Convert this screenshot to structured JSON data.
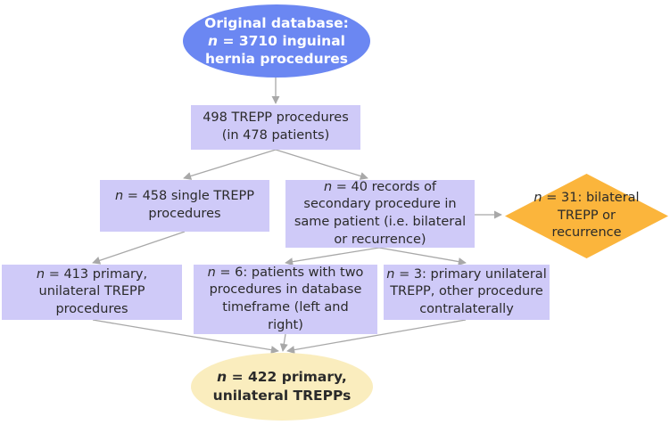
{
  "colors": {
    "root_fill": "#6b87f2",
    "box_fill": "#cfcaf8",
    "diamond_fill": "#fbb53c",
    "final_fill": "#faedbe",
    "connector": "#a8a8a8"
  },
  "nodes": {
    "root": {
      "line1": "Original database:",
      "line2_var": "n",
      "line2_rest": " = 3710 inguinal",
      "line3": "hernia procedures"
    },
    "trepp": {
      "line1": "498 TREPP procedures",
      "line2": "(in 478 patients)"
    },
    "single": {
      "line1_var": "n",
      "line1_rest": " = 458 single TREPP",
      "line2": "procedures"
    },
    "records": {
      "line1_var": "n",
      "line1_rest": " = 40 records of",
      "line2": "secondary procedure in",
      "line3": "same patient (i.e. bilateral",
      "line4": "or recurrence)"
    },
    "bilateral": {
      "line1_var": "n",
      "line1_rest": " = 31: bilateral",
      "line2": "TREPP or",
      "line3": "recurrence"
    },
    "primary": {
      "line1_var": "n",
      "line1_rest": " = 413 primary,",
      "line2": "unilateral TREPP",
      "line3": "procedures"
    },
    "six": {
      "line1_var": "n",
      "line1_rest": " = 6: patients with two",
      "line2": "procedures in database",
      "line3": "timeframe (left and",
      "line4": "right)"
    },
    "three": {
      "line1_var": "n",
      "line1_rest": " = 3: primary unilateral",
      "line2": "TREPP, other procedure",
      "line3": "contralaterally"
    },
    "final": {
      "line1_var": "n",
      "line1_rest": " = 422 primary,",
      "line2": "unilateral TREPPs"
    }
  }
}
